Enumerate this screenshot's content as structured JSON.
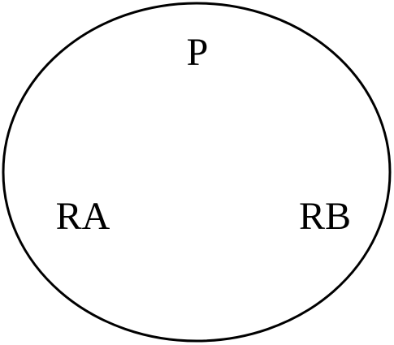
{
  "diagram": {
    "nodes": {
      "p": "P",
      "ra": "RA",
      "rb": "RB"
    }
  },
  "colors": {
    "background": "#ffffff",
    "outline": "#000000",
    "text": "#000000"
  }
}
